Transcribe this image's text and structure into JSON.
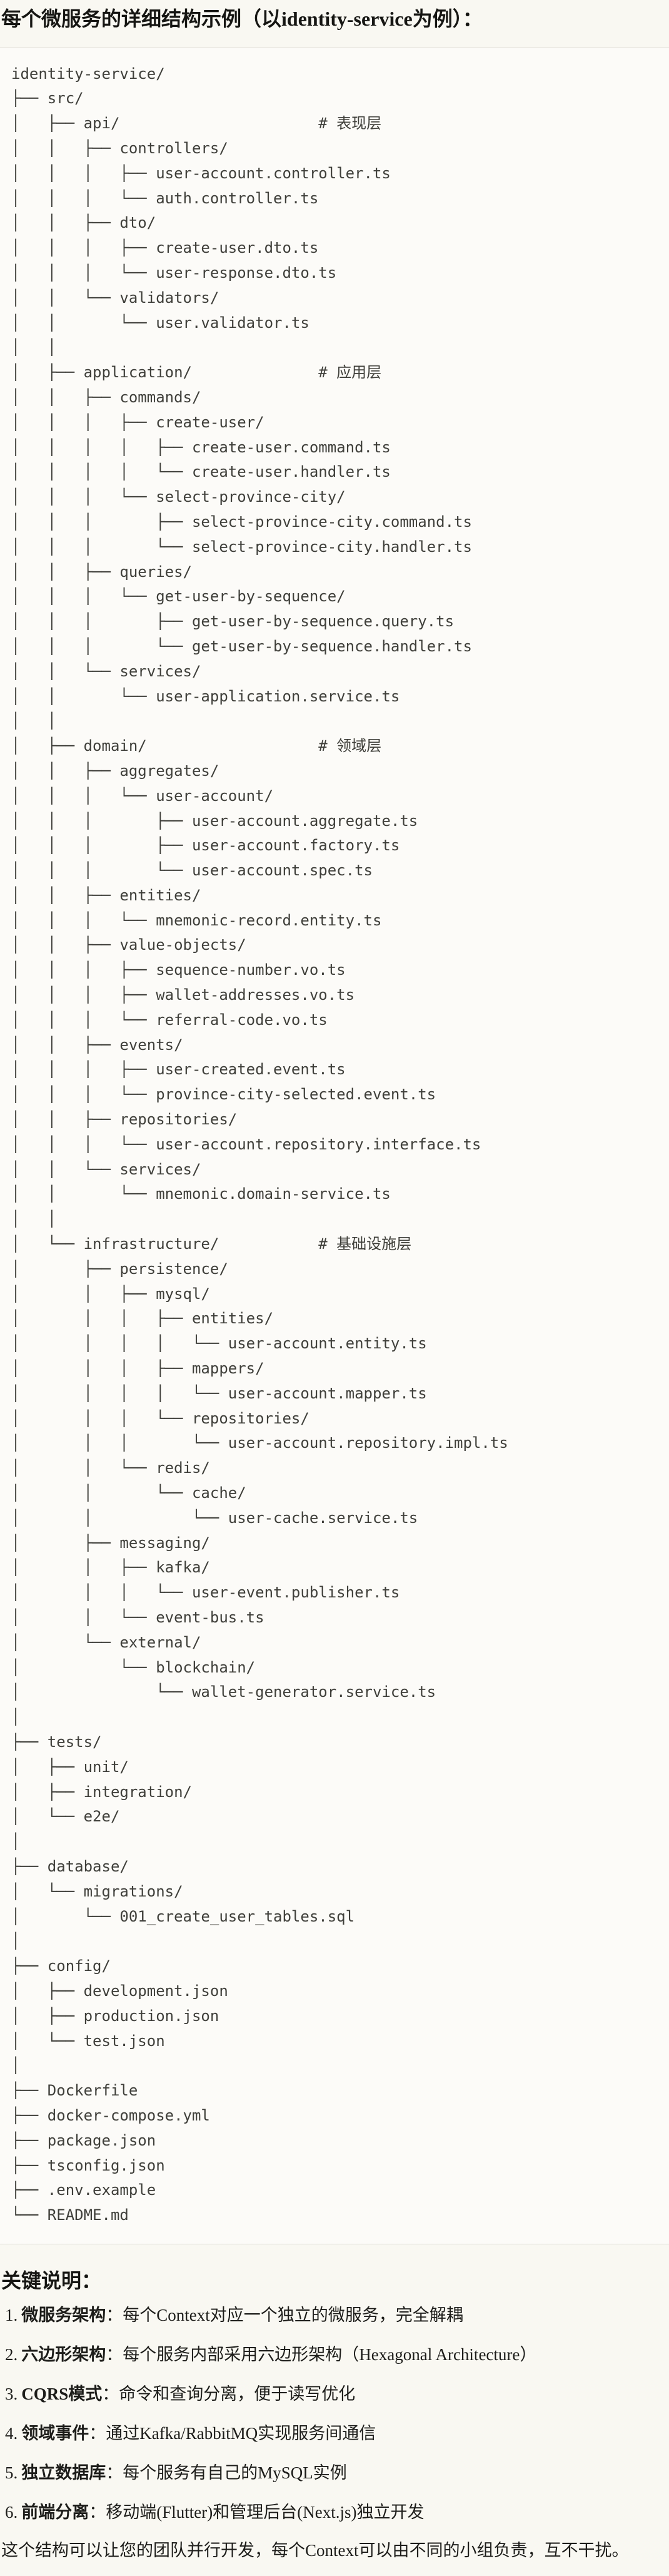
{
  "page": {
    "title": "每个微服务的详细结构示例（以identity-service为例）：",
    "notes_heading": "关键说明：",
    "closing": "这个结构可以让您的团队并行开发，每个Context可以由不同的小组负责，互不干扰。"
  },
  "colors": {
    "page_background": "#f9f8f2",
    "code_background": "#fcfbf8",
    "code_border": "#dcdad3",
    "code_text": "#3f3f3a",
    "body_text": "#1d1d1a"
  },
  "tree": {
    "lines": [
      "identity-service/",
      "├── src/",
      "│   ├── api/                      # 表现层",
      "│   │   ├── controllers/",
      "│   │   │   ├── user-account.controller.ts",
      "│   │   │   └── auth.controller.ts",
      "│   │   ├── dto/",
      "│   │   │   ├── create-user.dto.ts",
      "│   │   │   └── user-response.dto.ts",
      "│   │   └── validators/",
      "│   │       └── user.validator.ts",
      "│   │",
      "│   ├── application/              # 应用层",
      "│   │   ├── commands/",
      "│   │   │   ├── create-user/",
      "│   │   │   │   ├── create-user.command.ts",
      "│   │   │   │   └── create-user.handler.ts",
      "│   │   │   └── select-province-city/",
      "│   │   │       ├── select-province-city.command.ts",
      "│   │   │       └── select-province-city.handler.ts",
      "│   │   ├── queries/",
      "│   │   │   └── get-user-by-sequence/",
      "│   │   │       ├── get-user-by-sequence.query.ts",
      "│   │   │       └── get-user-by-sequence.handler.ts",
      "│   │   └── services/",
      "│   │       └── user-application.service.ts",
      "│   │",
      "│   ├── domain/                   # 领域层",
      "│   │   ├── aggregates/",
      "│   │   │   └── user-account/",
      "│   │   │       ├── user-account.aggregate.ts",
      "│   │   │       ├── user-account.factory.ts",
      "│   │   │       └── user-account.spec.ts",
      "│   │   ├── entities/",
      "│   │   │   └── mnemonic-record.entity.ts",
      "│   │   ├── value-objects/",
      "│   │   │   ├── sequence-number.vo.ts",
      "│   │   │   ├── wallet-addresses.vo.ts",
      "│   │   │   └── referral-code.vo.ts",
      "│   │   ├── events/",
      "│   │   │   ├── user-created.event.ts",
      "│   │   │   └── province-city-selected.event.ts",
      "│   │   ├── repositories/",
      "│   │   │   └── user-account.repository.interface.ts",
      "│   │   └── services/",
      "│   │       └── mnemonic.domain-service.ts",
      "│   │",
      "│   └── infrastructure/           # 基础设施层",
      "│       ├── persistence/",
      "│       │   ├── mysql/",
      "│       │   │   ├── entities/",
      "│       │   │   │   └── user-account.entity.ts",
      "│       │   │   ├── mappers/",
      "│       │   │   │   └── user-account.mapper.ts",
      "│       │   │   └── repositories/",
      "│       │   │       └── user-account.repository.impl.ts",
      "│       │   └── redis/",
      "│       │       └── cache/",
      "│       │           └── user-cache.service.ts",
      "│       ├── messaging/",
      "│       │   ├── kafka/",
      "│       │   │   └── user-event.publisher.ts",
      "│       │   └── event-bus.ts",
      "│       └── external/",
      "│           └── blockchain/",
      "│               └── wallet-generator.service.ts",
      "│",
      "├── tests/",
      "│   ├── unit/",
      "│   ├── integration/",
      "│   └── e2e/",
      "│",
      "├── database/",
      "│   └── migrations/",
      "│       └── 001_create_user_tables.sql",
      "│",
      "├── config/",
      "│   ├── development.json",
      "│   ├── production.json",
      "│   └── test.json",
      "│",
      "├── Dockerfile",
      "├── docker-compose.yml",
      "├── package.json",
      "├── tsconfig.json",
      "├── .env.example",
      "└── README.md"
    ]
  },
  "notes": {
    "items": [
      {
        "num": "1.",
        "label": "微服务架构",
        "text": "：每个Context对应一个独立的微服务，完全解耦"
      },
      {
        "num": "2.",
        "label": "六边形架构",
        "text": "：每个服务内部采用六边形架构（Hexagonal Architecture）"
      },
      {
        "num": "3.",
        "label": "CQRS模式",
        "text": "：命令和查询分离，便于读写优化"
      },
      {
        "num": "4.",
        "label": "领域事件",
        "text": "：通过Kafka/RabbitMQ实现服务间通信"
      },
      {
        "num": "5.",
        "label": "独立数据库",
        "text": "：每个服务有自己的MySQL实例"
      },
      {
        "num": "6.",
        "label": "前端分离",
        "text": "：移动端(Flutter)和管理后台(Next.js)独立开发"
      }
    ]
  }
}
